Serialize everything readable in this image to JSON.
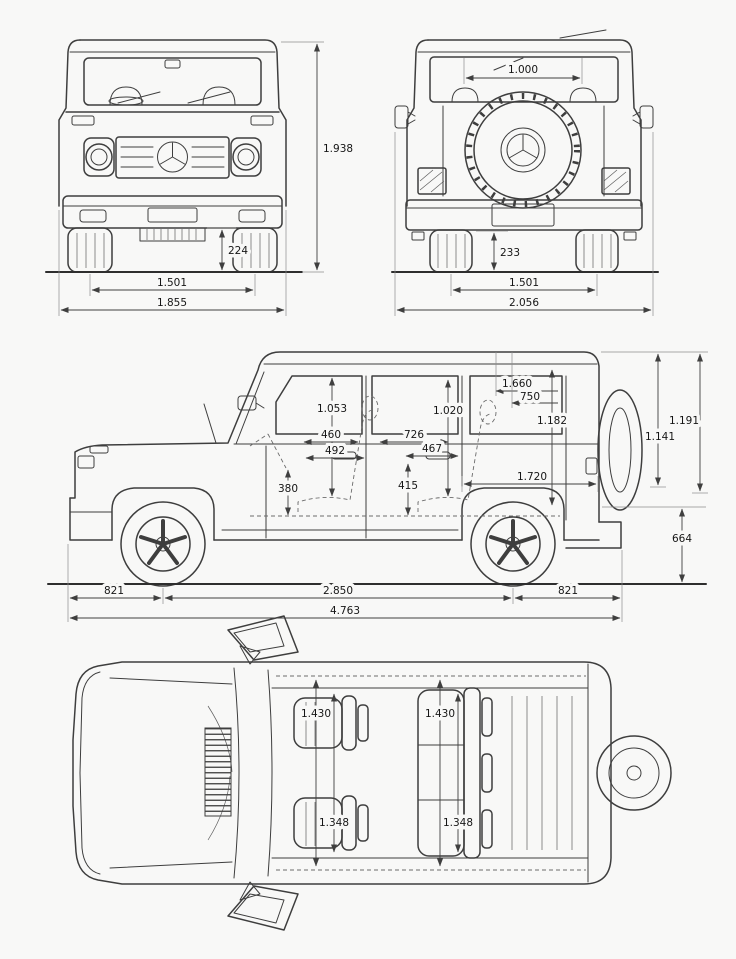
{
  "title": "SUV four-view dimension blueprint",
  "colors": {
    "line": "#3e3e3e",
    "dim": "#3f3f3f",
    "background": "#f8f8f7",
    "text": "#161616"
  },
  "views": {
    "front": {
      "dims": {
        "overall_height": "1.938",
        "ground_clearance": "224",
        "track": "1.501",
        "body_width": "1.855"
      }
    },
    "rear": {
      "dims": {
        "roof_width": "1.000",
        "ground_clearance": "233",
        "track": "1.501",
        "overall_width_mirrors": "2.056"
      }
    },
    "side": {
      "dims": {
        "roof_length": "1.660",
        "roof_rear": "750",
        "front_headroom": "1.053",
        "rear_headroom": "1.020",
        "cargo_height": "1.182",
        "front_seat_depth": "460",
        "front_seat_travel": "492",
        "rear_legroom": "726",
        "rear_seat_depth": "467",
        "front_seat_height": "380",
        "rear_seat_height": "415",
        "cargo_length": "1.720",
        "rear_height_a": "1.191",
        "rear_height_b": "1.141",
        "load_sill_height": "664",
        "front_overhang": "821",
        "wheelbase": "2.850",
        "rear_overhang": "821",
        "overall_length": "4.763"
      }
    },
    "top": {
      "dims": {
        "front_shoulder_width": "1.430",
        "rear_shoulder_width": "1.430",
        "front_hip_width": "1.348",
        "rear_hip_width": "1.348"
      }
    }
  }
}
